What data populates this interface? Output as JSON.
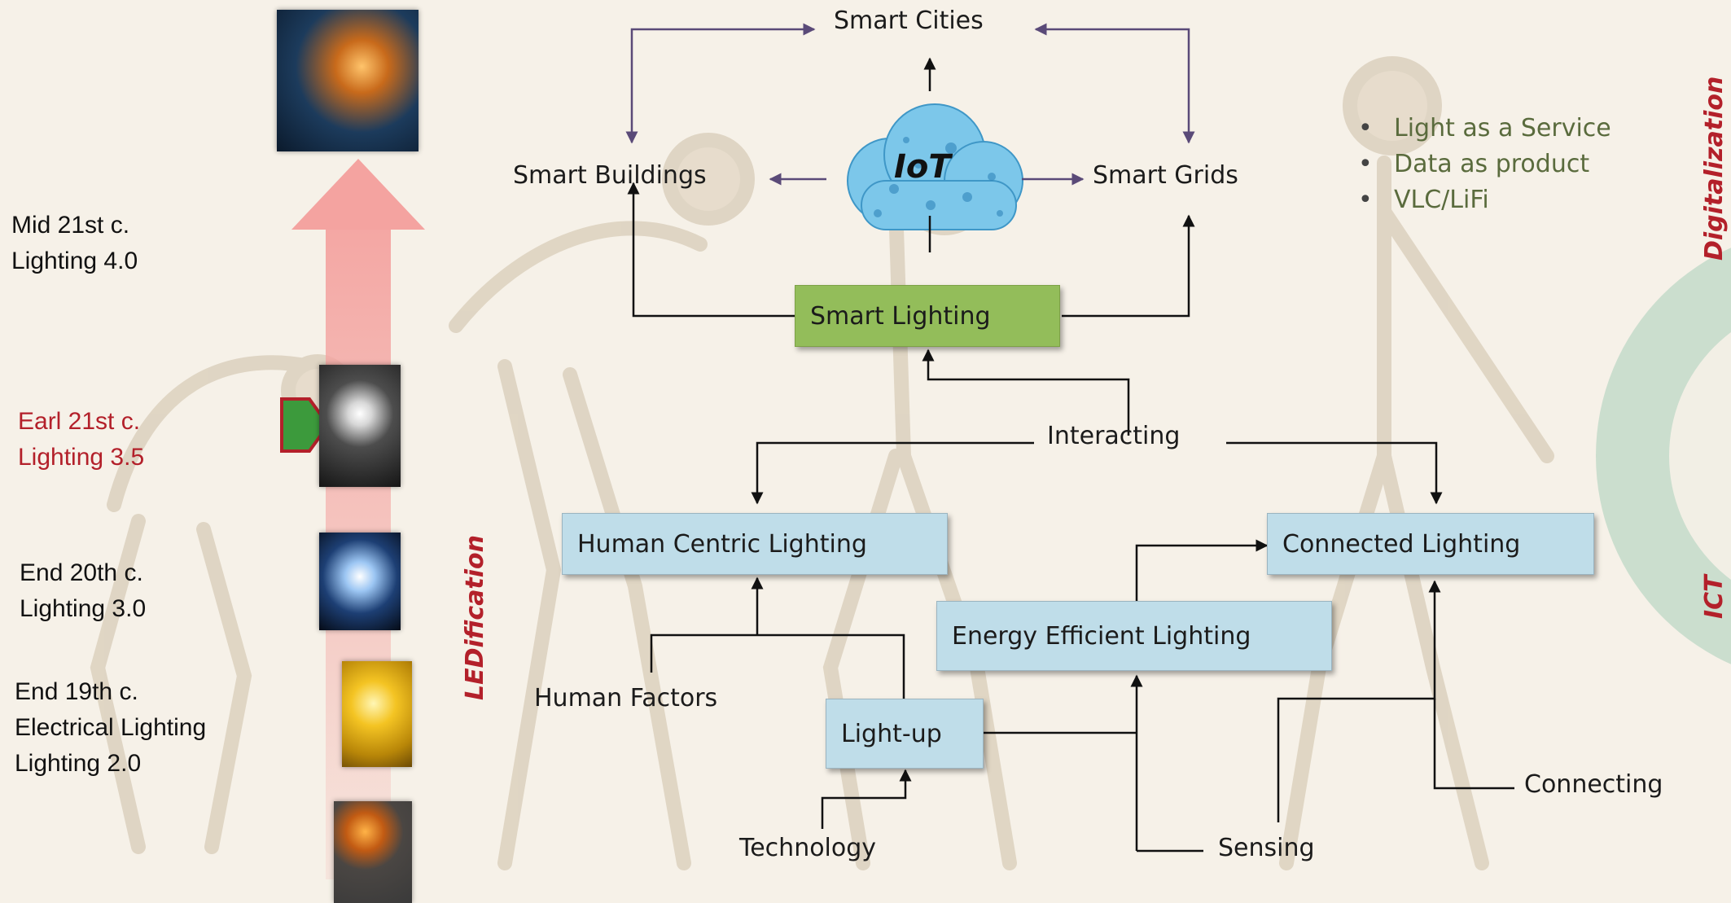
{
  "eras": [
    {
      "line1": "Mid 21st c.",
      "line2": "Lighting 4.0",
      "line3": ""
    },
    {
      "line1": "Earl 21st c.",
      "line2": "Lighting 3.5",
      "line3": ""
    },
    {
      "line1": "End 20th c.",
      "line2": "Lighting 3.0",
      "line3": ""
    },
    {
      "line1": "End 19th c.",
      "line2": "Electrical Lighting",
      "line3": "Lighting 2.0"
    }
  ],
  "nodes": {
    "smart_cities": "Smart Cities",
    "smart_buildings": "Smart Buildings",
    "iot": "IoT",
    "smart_grids": "Smart Grids",
    "smart_lighting": "Smart Lighting",
    "interacting": "Interacting",
    "human_centric": "Human Centric Lighting",
    "connected": "Connected Lighting",
    "energy_efficient": "Energy Efficient Lighting",
    "human_factors": "Human Factors",
    "light_up": "Light-up",
    "technology": "Technology",
    "sensing": "Sensing",
    "connecting": "Connecting"
  },
  "services": [
    "Light as a Service",
    "Data as product",
    "VLC/LiFi"
  ],
  "side_labels": {
    "ledification": "LEDification",
    "digitalization": "Digitalization",
    "ict": "ICT"
  },
  "colors": {
    "current_era": "#b3202a",
    "box_blue": "#bfdde9",
    "box_green": "#93bd5a",
    "arrow_upward": "#f4a3a0",
    "marker_green": "#3c9a3c",
    "cloud_blue": "#58b3dd",
    "ict_circle": "#c7dccb",
    "connector_purple": "#5a4a78"
  },
  "icons": [
    "iot-collage-icon",
    "bulb-signal-icon",
    "led-diode-icon",
    "incandescent-bulb-icon",
    "torch-icon"
  ]
}
